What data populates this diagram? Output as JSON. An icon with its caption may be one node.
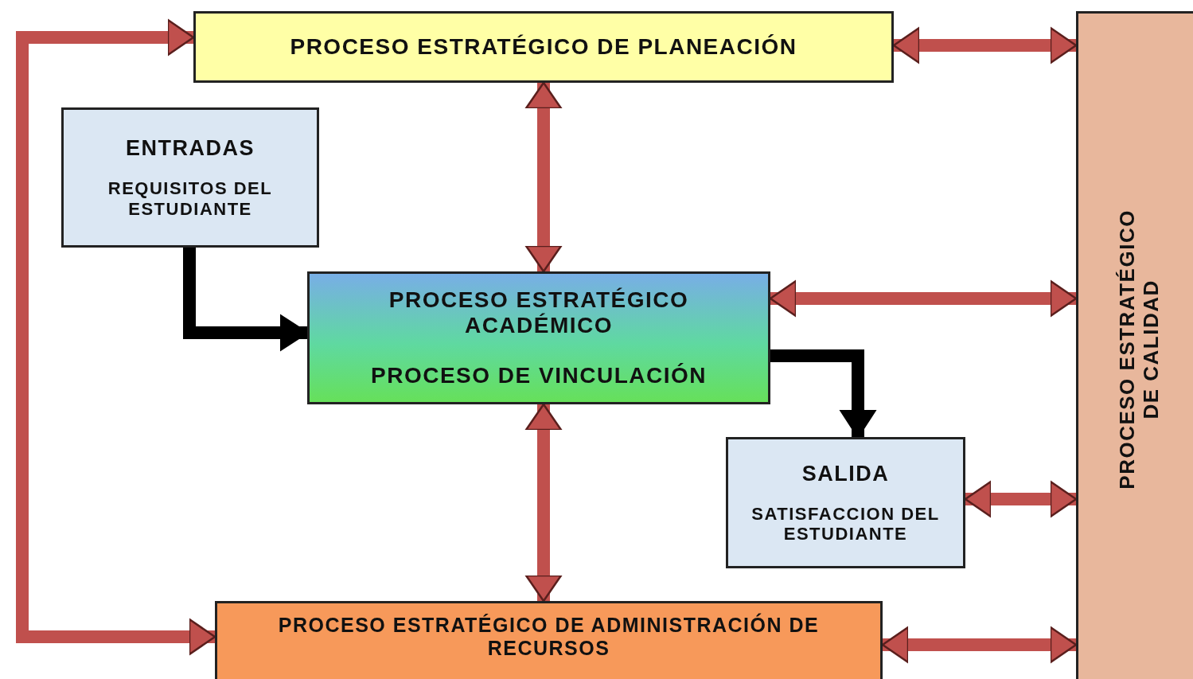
{
  "diagram": {
    "nodes": [
      {
        "text": [
          "PROCESO ESTRATÉGICO DE PLANEACIÓN"
        ]
      },
      {
        "text": [
          "PROCESO ESTRATÉGICO DE CALIDAD"
        ]
      },
      {
        "text": [
          "ENTRADAS",
          "REQUISITOS DEL ESTUDIANTE"
        ]
      },
      {
        "text": [
          "PROCESO ESTRATÉGICO ACADÉMICO",
          "PROCESO DE VINCULACIÓN"
        ]
      },
      {
        "text": [
          "SALIDA",
          "SATISFACCION DEL ESTUDIANTE"
        ]
      },
      {
        "text": [
          "PROCESO ESTRATÉGICO DE ADMINISTRACIÓN DE RECURSOS"
        ]
      }
    ],
    "edges": [
      {
        "from": 0,
        "to": 1,
        "arrow": "both"
      },
      {
        "from": 0,
        "to": 3,
        "arrow": "both"
      },
      {
        "from": 3,
        "to": 1,
        "arrow": "both"
      },
      {
        "from": 3,
        "to": 5,
        "arrow": "both"
      },
      {
        "from": 4,
        "to": 1,
        "arrow": "both"
      },
      {
        "from": 5,
        "to": 1,
        "arrow": "both"
      },
      {
        "from": 2,
        "to": 3,
        "arrow": "to",
        "color": "#000000"
      },
      {
        "from": 3,
        "to": 4,
        "arrow": "to",
        "color": "#000000"
      },
      {
        "from": 0,
        "to": 5,
        "arrow": "both"
      }
    ]
  }
}
